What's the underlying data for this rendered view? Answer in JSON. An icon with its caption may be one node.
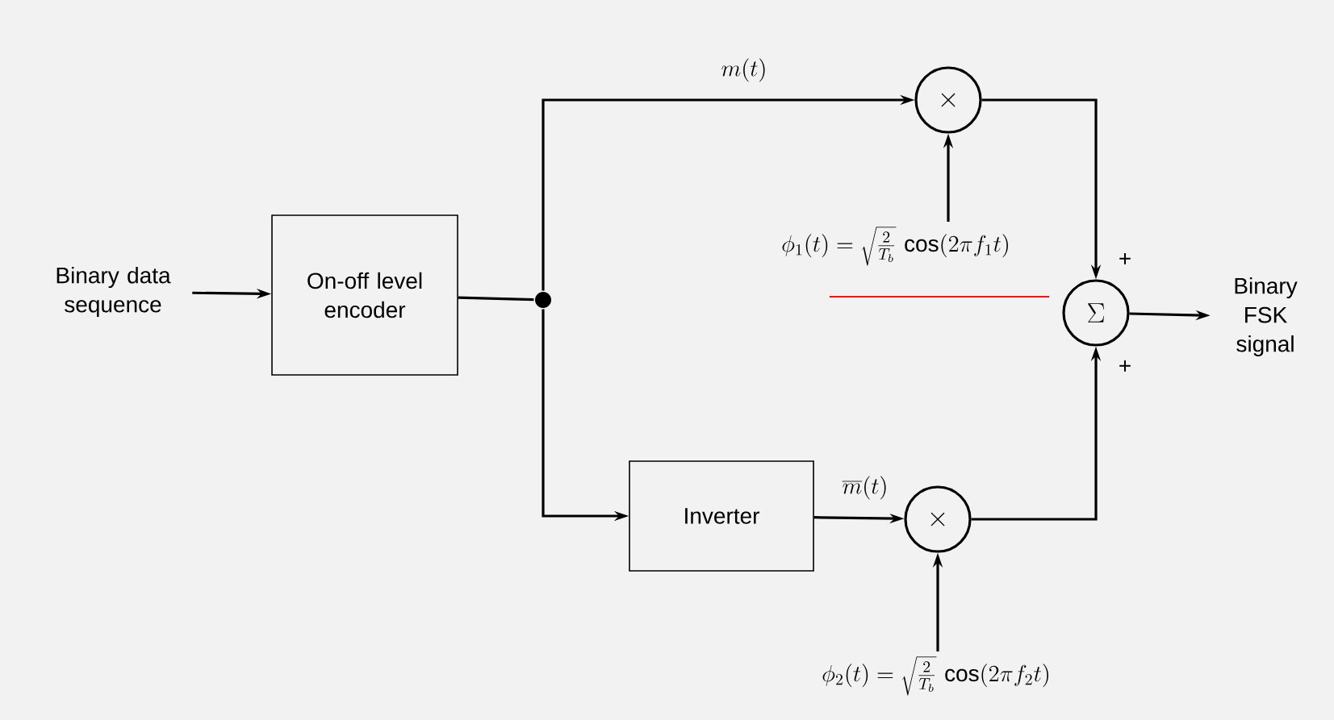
{
  "diagram": {
    "nodes": [
      {
        "text": [
          "Binary data sequence"
        ]
      },
      {
        "text": [
          "On-off level encoder"
        ]
      },
      {
        "text": [],
        "shape": "circle"
      },
      {
        "text": [
          "\\times"
        ]
      },
      {
        "text": [
          "Inverter"
        ]
      },
      {
        "text": [
          "\\times"
        ]
      },
      {
        "text": [
          "\\phi_1 (t) = \\sqrt{\\frac{2}{T_b}}\\, \\cos (2\\pi f_1 t)"
        ]
      },
      {
        "text": [
          "\\phi_2 (t) = \\sqrt{\\frac{2}{T_b}}\\, \\cos (2\\pi f_2 t)"
        ]
      },
      {
        "text": [
          "\\Sigma"
        ]
      },
      {
        "text": [
          "Binary FSK signal"
        ]
      }
    ],
    "edges": [
      {
        "from": 0,
        "to": 1,
        "arrow": "to"
      },
      {
        "from": 1,
        "to": 2,
        "arrow": "none"
      },
      {
        "from": 2,
        "to": 3,
        "arrow": "to",
        "label": "m(t)"
      },
      {
        "from": 2,
        "to": 4,
        "arrow": "to"
      },
      {
        "from": 4,
        "to": 5,
        "arrow": "to",
        "label": "\\overline{m}(t)"
      },
      {
        "from": 6,
        "to": 3,
        "arrow": "to"
      },
      {
        "from": 7,
        "to": 5,
        "arrow": "to"
      },
      {
        "from": 3,
        "to": 8,
        "arrow": "to"
      },
      {
        "from": 5,
        "to": 8,
        "arrow": "to"
      },
      {
        "from": 8,
        "to": 9,
        "arrow": "to"
      }
    ],
    "labels": [
      "+",
      "+"
    ]
  }
}
